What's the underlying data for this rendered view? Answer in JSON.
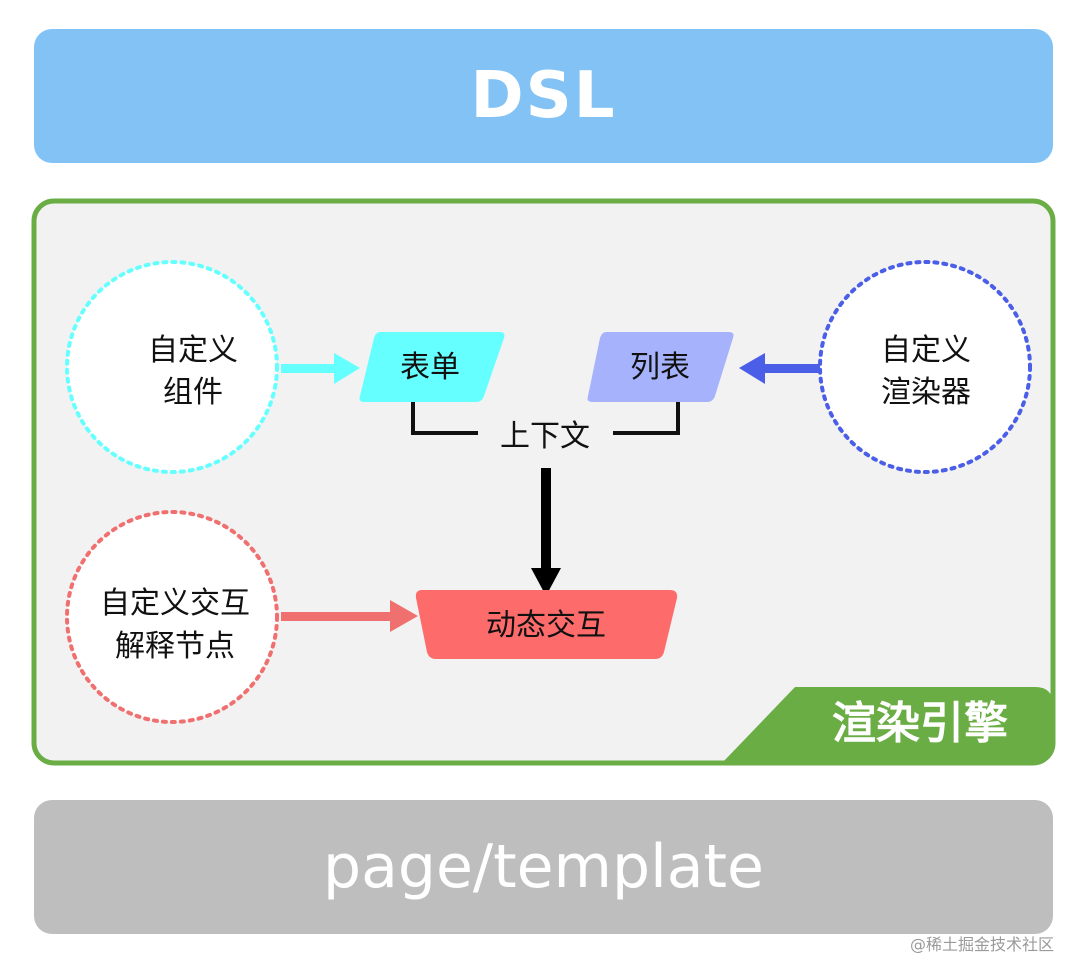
{
  "layers": {
    "top": "DSL",
    "middle": "渲染引擎",
    "bottom": "page/template"
  },
  "nodes": {
    "custom_component": [
      "自定义",
      "组件"
    ],
    "custom_renderer": [
      "自定义",
      "渲染器"
    ],
    "custom_interaction": [
      "自定义交互",
      "解释节点"
    ],
    "form": "表单",
    "list": "列表",
    "context": "上下文",
    "dynamic_interaction": "动态交互"
  },
  "watermark": "@稀土掘金技术社区",
  "colors": {
    "dsl_bar": "#82c2f5",
    "engine_border": "#6aad44",
    "engine_bg": "#f2f2f2",
    "page_bar": "#bebebe",
    "form_fill": "#66ffff",
    "list_fill": "#a6b3fc",
    "dynamic_fill": "#fd6b6b",
    "component_circle": "#66ffff",
    "renderer_circle": "#4a5ee8",
    "interaction_circle": "#f07070"
  }
}
